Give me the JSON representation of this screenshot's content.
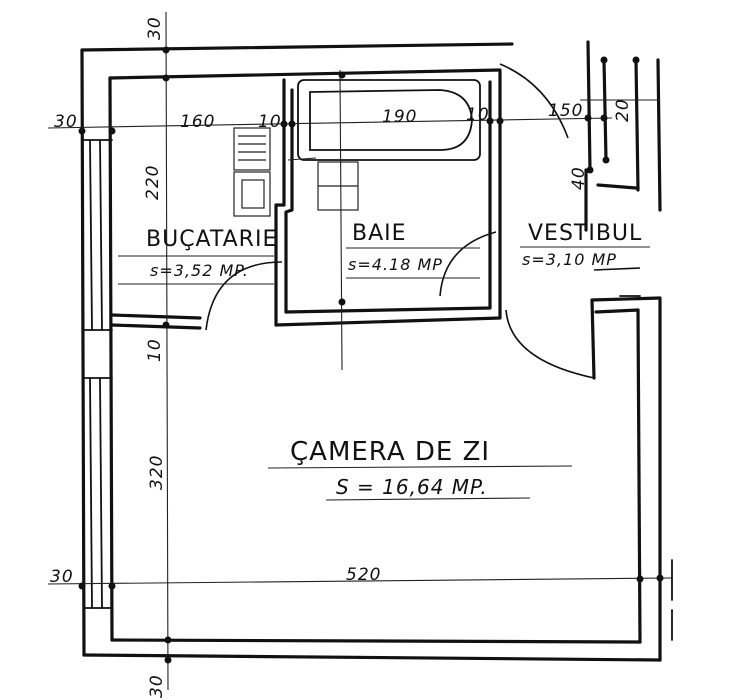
{
  "rooms": {
    "kitchen": {
      "name": "BUÇATARIE",
      "area": "s=3,52 MP."
    },
    "bathroom": {
      "name": "BAIE",
      "area": "s=4.18 MP"
    },
    "hall": {
      "name": "VESTIBUL",
      "area": "s=3,10 MP"
    },
    "living": {
      "name": "ÇAMERA DE ZI",
      "area": "S = 16,64 MP."
    }
  },
  "dimensions": {
    "top_wall": "30",
    "left_top_wall": "30",
    "kitchen_width": "160",
    "partition_1": "10",
    "bath_width": "190",
    "partition_2": "10",
    "hall_width": "150",
    "right_wall": "20",
    "hall_wall": "40",
    "kitchen_depth": "220",
    "partition_3": "10",
    "living_depth": "320",
    "left_bottom_wall": "30",
    "living_width": "520",
    "bottom_wall": "30"
  }
}
